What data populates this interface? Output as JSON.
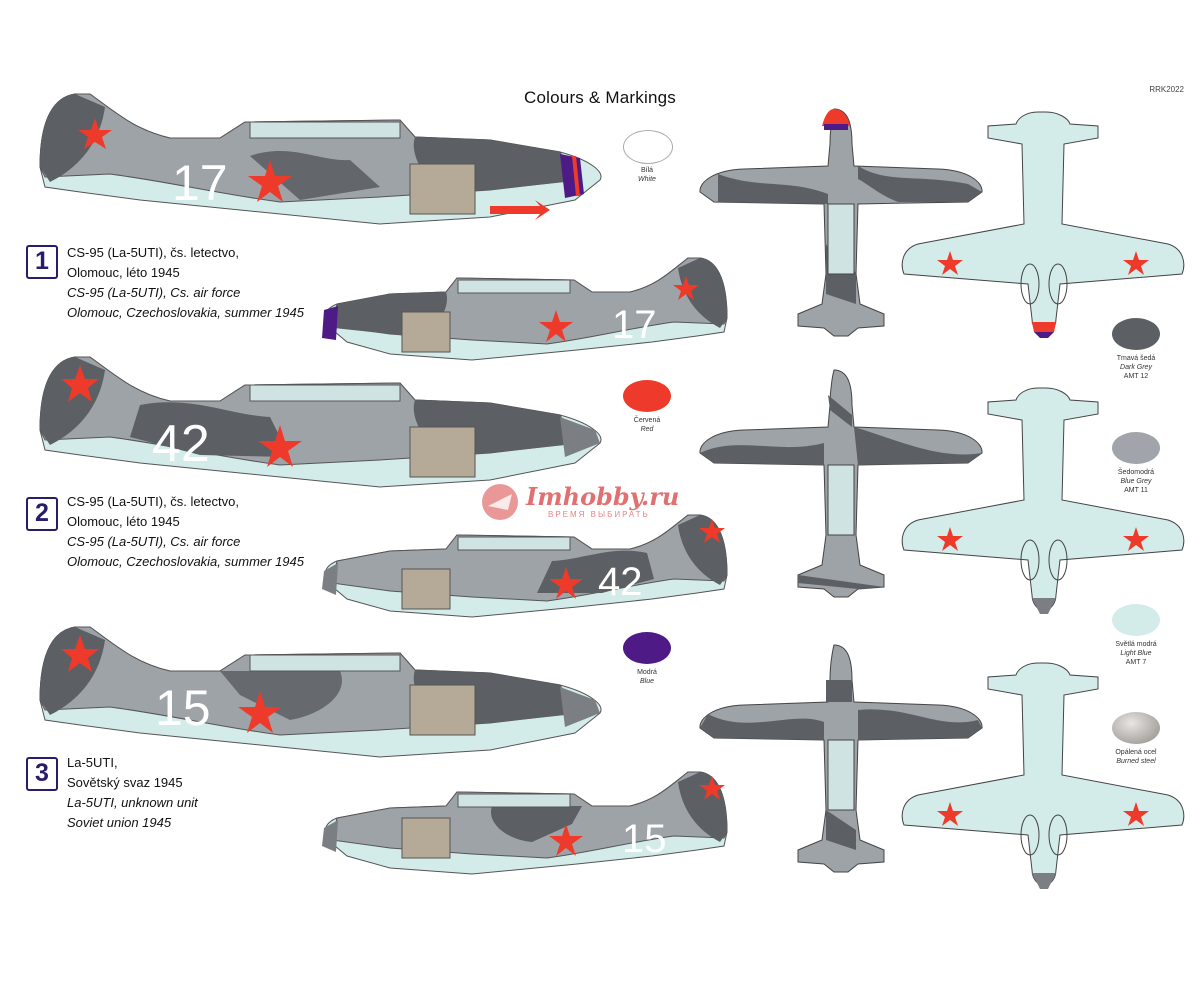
{
  "header": {
    "title": "Colours & Markings",
    "code": "RRK2022"
  },
  "variants": [
    {
      "number": "1",
      "line1": "CS-95 (La-5UTI), čs. letectvo,",
      "line2": "Olomouc, léto 1945",
      "line3": "CS-95 (La-5UTI), Cs. air force",
      "line4": "Olomouc, Czechoslovakia, summer 1945",
      "aircraft_number": "17"
    },
    {
      "number": "2",
      "line1": "CS-95 (La-5UTI), čs. letectvo,",
      "line2": "Olomouc, léto 1945",
      "line3": "CS-95 (La-5UTI), Cs. air force",
      "line4": "Olomouc, Czechoslovakia, summer 1945",
      "aircraft_number": "42"
    },
    {
      "number": "3",
      "line1": "La-5UTI,",
      "line2": "Sovětský svaz 1945",
      "line3": "La-5UTI, unknown unit",
      "line4": "Soviet union 1945",
      "aircraft_number": "15"
    }
  ],
  "swatches": [
    {
      "cz": "Bílá",
      "en": "White",
      "code": "",
      "color": "#ffffff"
    },
    {
      "cz": "Červená",
      "en": "Red",
      "code": "",
      "color": "#ee3a2a"
    },
    {
      "cz": "Modrá",
      "en": "Blue",
      "code": "",
      "color": "#4e1a86"
    },
    {
      "cz": "Tmavá šedá",
      "en": "Dark Grey",
      "code": "AMT 12",
      "color": "#5c5f63"
    },
    {
      "cz": "Šedomodrá",
      "en": "Blue Grey",
      "code": "AMT 11",
      "color": "#a1a5ab"
    },
    {
      "cz": "Světlá modrá",
      "en": "Light Blue",
      "code": "AMT 7",
      "color": "#d3ecea"
    },
    {
      "cz": "Opálená ocel",
      "en": "Burned steel",
      "code": "",
      "color": "#a8a6a4"
    }
  ],
  "watermark": {
    "brand": "Imhobby.ru",
    "slogan": "ВРЕМЯ ВЫБИРАТЬ"
  },
  "colors": {
    "dark_grey": "#5c5f63",
    "blue_grey": "#a1a5ab",
    "light_blue": "#d3ecea",
    "red": "#ee3a2a",
    "blue": "#4e1a86",
    "steel": "#c8c4bc"
  }
}
